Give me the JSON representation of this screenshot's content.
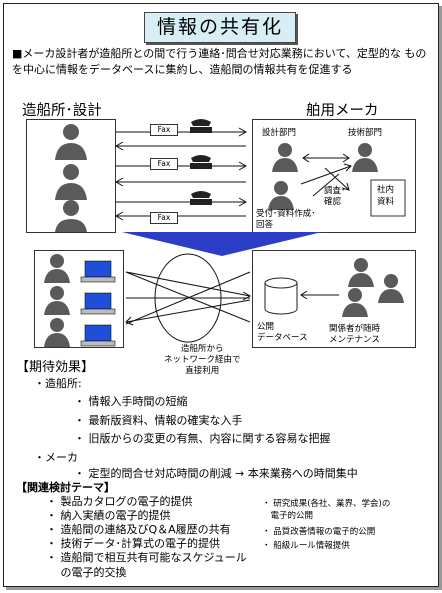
{
  "title": "情報の共有化",
  "intro": "■メーカ設計者が造船所との間で行う連絡･問合せ対応業務において、定型的な ものを中心に情報をデータベースに集約し、造船間の情報共有を促進する",
  "shipyard_label": "造船所･設計",
  "maker_label": "舶用メーカ",
  "fax_label": "Fax",
  "design_dept": "設計部門",
  "tech_dept": "技術部門",
  "inquiry_label": "調査･\n確認",
  "receive_label": "受付･資料作成･\n回答",
  "internal_docs": "社内\n資料",
  "network_label": "造船所から\nネットワーク経由で\n直接利用",
  "db_label": "公開\nデータベース",
  "stakeholders_label": "関係者が随時\nメンテナンス",
  "expected_heading": "【期待効果】",
  "shipyard_effects_heading": "・造船所:",
  "shipyard_effects": [
    "・ 情報入手時間の短縮",
    "・ 最新版資料、情報の確実な入手",
    "・ 旧版からの変更の有無、内容に関する容易な把握"
  ],
  "maker_effects_heading": "・メーカ",
  "maker_effects": [
    "・ 定型的問合せ対応時間の削減 → 本来業務への時間集中"
  ],
  "themes_heading": "【関連検討テーマ】",
  "themes_left": [
    "・ 製品カタログの電子的提供",
    "・ 納入実績の電子的提供",
    "・ 造船間の連絡及びQ＆A履歴の共有",
    "・ 技術データ･計算式の電子的提供",
    "・ 造船間で相互共有可能なスケジュール\n　 の電子的交換"
  ],
  "themes_right": [
    "・ 研究成果(各社、業界、学会)の\n　電子的公開",
    "・ 品質改善情報の電子的公開",
    "・ 船級ルール情報提供"
  ],
  "colors": {
    "title_bg": "#d7eef6",
    "arrow_blue": "#2c3ec8",
    "person_gray": "#5a5a5a",
    "laptop_blue": "#1f4fd8"
  }
}
